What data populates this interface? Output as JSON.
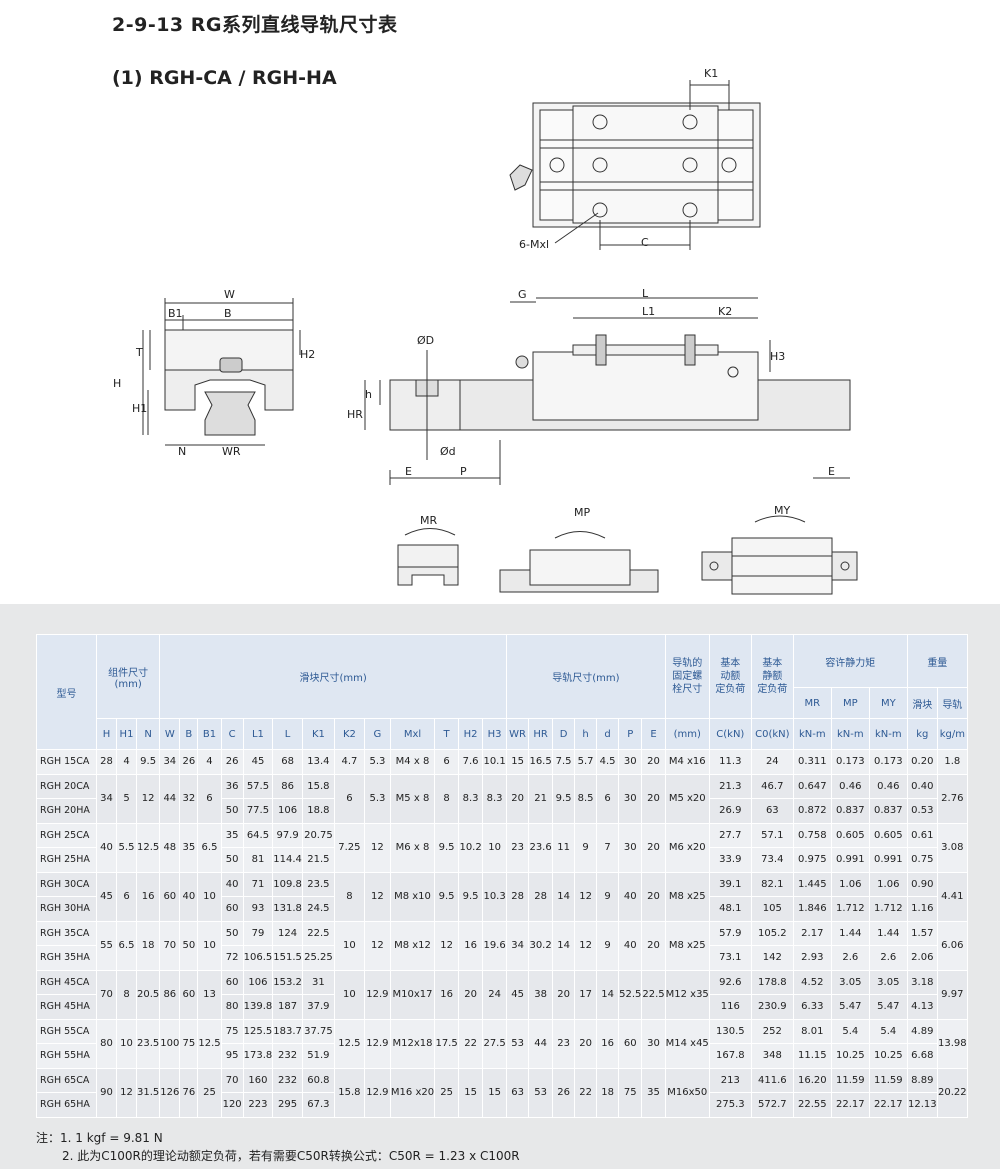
{
  "title": "2-9-13 RG系列直线导轨尺寸表",
  "subtitle": "(1) RGH-CA / RGH-HA",
  "drawing_labels": {
    "k1": "K1",
    "six_mxl": "6-Mxl",
    "c": "C",
    "w": "W",
    "b1": "B1",
    "b": "B",
    "t": "T",
    "h2": "H2",
    "h": "H",
    "h1": "H1",
    "n": "N",
    "wr": "WR",
    "od": "ØD",
    "hh": "h",
    "hr": "HR",
    "od_small": "Ød",
    "e": "E",
    "p": "P",
    "g": "G",
    "l": "L",
    "l1": "L1",
    "k2": "K2",
    "h3": "H3",
    "e2": "E",
    "mr": "MR",
    "mp": "MP",
    "my": "MY"
  },
  "table": {
    "header": {
      "model": "型号",
      "assembly": "组件尺寸\n(mm)",
      "block": "滑块尺寸(mm)",
      "rail": "导轨尺寸(mm)",
      "bolt": "导轨的\n固定螺\n栓尺寸",
      "dyn": "基本\n动额\n定负荷",
      "stat": "基本\n静额\n定负荷",
      "moment": "容许静力矩",
      "weight": "重量",
      "mr": "MR",
      "mp": "MP",
      "my": "MY",
      "w_block": "滑块",
      "w_rail": "导轨",
      "cols": [
        "H",
        "H1",
        "N",
        "W",
        "B",
        "B1",
        "C",
        "L1",
        "L",
        "K1",
        "K2",
        "G",
        "Mxl",
        "T",
        "H2",
        "H3",
        "WR",
        "HR",
        "D",
        "h",
        "d",
        "P",
        "E",
        "(mm)",
        "C(kN)",
        "C0(kN)",
        "kN-m",
        "kN-m",
        "kN-m",
        "kg",
        "kg/m"
      ]
    },
    "groups": [
      {
        "rows": [
          [
            "RGH 15CA",
            "45",
            "68",
            "13.4",
            "11.3",
            "24",
            "0.311",
            "0.173",
            "0.173",
            "0.20"
          ]
        ],
        "shared": {
          "H": "28",
          "H1": "4",
          "N": "9.5",
          "W": "34",
          "B": "26",
          "B1": "4",
          "C": [
            "26"
          ],
          "K2": "4.7",
          "G": "5.3",
          "Mxl": "M4 x 8",
          "T": "6",
          "H2": "7.6",
          "H3": "10.1",
          "WR": "15",
          "HR": "16.5",
          "D": "7.5",
          "h": "5.7",
          "d": "4.5",
          "P": "30",
          "E": "20",
          "bolt": "M4 x16",
          "rail": "1.8"
        }
      },
      {
        "rows": [
          [
            "RGH 20CA",
            "57.5",
            "86",
            "15.8",
            "21.3",
            "46.7",
            "0.647",
            "0.46",
            "0.46",
            "0.40"
          ],
          [
            "RGH 20HA",
            "77.5",
            "106",
            "18.8",
            "26.9",
            "63",
            "0.872",
            "0.837",
            "0.837",
            "0.53"
          ]
        ],
        "shared": {
          "H": "34",
          "H1": "5",
          "N": "12",
          "W": "44",
          "B": "32",
          "B1": "6",
          "C": [
            "36",
            "50"
          ],
          "K2": "6",
          "G": "5.3",
          "Mxl": "M5 x 8",
          "T": "8",
          "H2": "8.3",
          "H3": "8.3",
          "WR": "20",
          "HR": "21",
          "D": "9.5",
          "h": "8.5",
          "d": "6",
          "P": "30",
          "E": "20",
          "bolt": "M5 x20",
          "rail": "2.76"
        }
      },
      {
        "rows": [
          [
            "RGH 25CA",
            "64.5",
            "97.9",
            "20.75",
            "27.7",
            "57.1",
            "0.758",
            "0.605",
            "0.605",
            "0.61"
          ],
          [
            "RGH 25HA",
            "81",
            "114.4",
            "21.5",
            "33.9",
            "73.4",
            "0.975",
            "0.991",
            "0.991",
            "0.75"
          ]
        ],
        "shared": {
          "H": "40",
          "H1": "5.5",
          "N": "12.5",
          "W": "48",
          "B": "35",
          "B1": "6.5",
          "C": [
            "35",
            "50"
          ],
          "K2": "7.25",
          "G": "12",
          "Mxl": "M6 x 8",
          "T": "9.5",
          "H2": "10.2",
          "H3": "10",
          "WR": "23",
          "HR": "23.6",
          "D": "11",
          "h": "9",
          "d": "7",
          "P": "30",
          "E": "20",
          "bolt": "M6 x20",
          "rail": "3.08"
        }
      },
      {
        "rows": [
          [
            "RGH 30CA",
            "71",
            "109.8",
            "23.5",
            "39.1",
            "82.1",
            "1.445",
            "1.06",
            "1.06",
            "0.90"
          ],
          [
            "RGH 30HA",
            "93",
            "131.8",
            "24.5",
            "48.1",
            "105",
            "1.846",
            "1.712",
            "1.712",
            "1.16"
          ]
        ],
        "shared": {
          "H": "45",
          "H1": "6",
          "N": "16",
          "W": "60",
          "B": "40",
          "B1": "10",
          "C": [
            "40",
            "60"
          ],
          "K2": "8",
          "G": "12",
          "Mxl": "M8 x10",
          "T": "9.5",
          "H2": "9.5",
          "H3": "10.3",
          "WR": "28",
          "HR": "28",
          "D": "14",
          "h": "12",
          "d": "9",
          "P": "40",
          "E": "20",
          "bolt": "M8 x25",
          "rail": "4.41"
        }
      },
      {
        "rows": [
          [
            "RGH 35CA",
            "79",
            "124",
            "22.5",
            "57.9",
            "105.2",
            "2.17",
            "1.44",
            "1.44",
            "1.57"
          ],
          [
            "RGH 35HA",
            "106.5",
            "151.5",
            "25.25",
            "73.1",
            "142",
            "2.93",
            "2.6",
            "2.6",
            "2.06"
          ]
        ],
        "shared": {
          "H": "55",
          "H1": "6.5",
          "N": "18",
          "W": "70",
          "B": "50",
          "B1": "10",
          "C": [
            "50",
            "72"
          ],
          "K2": "10",
          "G": "12",
          "Mxl": "M8 x12",
          "T": "12",
          "H2": "16",
          "H3": "19.6",
          "WR": "34",
          "HR": "30.2",
          "D": "14",
          "h": "12",
          "d": "9",
          "P": "40",
          "E": "20",
          "bolt": "M8 x25",
          "rail": "6.06"
        }
      },
      {
        "rows": [
          [
            "RGH 45CA",
            "106",
            "153.2",
            "31",
            "92.6",
            "178.8",
            "4.52",
            "3.05",
            "3.05",
            "3.18"
          ],
          [
            "RGH 45HA",
            "139.8",
            "187",
            "37.9",
            "116",
            "230.9",
            "6.33",
            "5.47",
            "5.47",
            "4.13"
          ]
        ],
        "shared": {
          "H": "70",
          "H1": "8",
          "N": "20.5",
          "W": "86",
          "B": "60",
          "B1": "13",
          "C": [
            "60",
            "80"
          ],
          "K2": "10",
          "G": "12.9",
          "Mxl": "M10x17",
          "T": "16",
          "H2": "20",
          "H3": "24",
          "WR": "45",
          "HR": "38",
          "D": "20",
          "h": "17",
          "d": "14",
          "P": "52.5",
          "E": "22.5",
          "bolt": "M12 x35",
          "rail": "9.97"
        }
      },
      {
        "rows": [
          [
            "RGH 55CA",
            "125.5",
            "183.7",
            "37.75",
            "130.5",
            "252",
            "8.01",
            "5.4",
            "5.4",
            "4.89"
          ],
          [
            "RGH 55HA",
            "173.8",
            "232",
            "51.9",
            "167.8",
            "348",
            "11.15",
            "10.25",
            "10.25",
            "6.68"
          ]
        ],
        "shared": {
          "H": "80",
          "H1": "10",
          "N": "23.5",
          "W": "100",
          "B": "75",
          "B1": "12.5",
          "C": [
            "75",
            "95"
          ],
          "K2": "12.5",
          "G": "12.9",
          "Mxl": "M12x18",
          "T": "17.5",
          "H2": "22",
          "H3": "27.5",
          "WR": "53",
          "HR": "44",
          "D": "23",
          "h": "20",
          "d": "16",
          "P": "60",
          "E": "30",
          "bolt": "M14 x45",
          "rail": "13.98"
        }
      },
      {
        "rows": [
          [
            "RGH 65CA",
            "160",
            "232",
            "60.8",
            "213",
            "411.6",
            "16.20",
            "11.59",
            "11.59",
            "8.89"
          ],
          [
            "RGH 65HA",
            "223",
            "295",
            "67.3",
            "275.3",
            "572.7",
            "22.55",
            "22.17",
            "22.17",
            "12.13"
          ]
        ],
        "shared": {
          "H": "90",
          "H1": "12",
          "N": "31.5",
          "W": "126",
          "B": "76",
          "B1": "25",
          "C": [
            "70",
            "120"
          ],
          "K2": "15.8",
          "G": "12.9",
          "Mxl": "M16 x20",
          "T": "25",
          "H2": "15",
          "H3": "15",
          "WR": "63",
          "HR": "53",
          "D": "26",
          "h": "22",
          "d": "18",
          "P": "75",
          "E": "35",
          "bolt": "M16x50",
          "rail": "20.22"
        }
      }
    ]
  },
  "notes": {
    "line1": "注：1.  1 kgf = 9.81 N",
    "line2": "2.  此为C100R的理论动额定负荷，若有需要C50R转换公式：C50R = 1.23 x C100R"
  }
}
